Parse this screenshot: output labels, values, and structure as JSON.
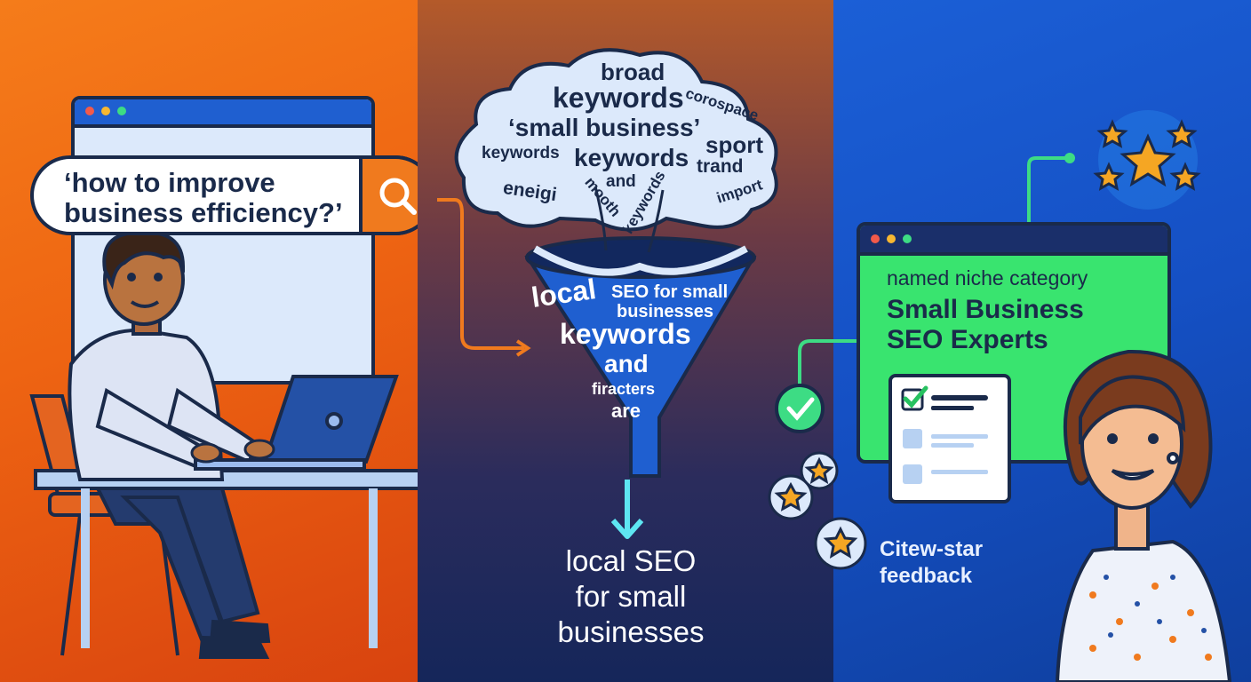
{
  "left_panel": {
    "search_query": "‘how to improve business efficiency?’",
    "search_icon": "magnifier-icon"
  },
  "middle_panel": {
    "cloud_words": [
      "broad",
      "keywords",
      "‘small business’",
      "corospace",
      "sport",
      "keywords",
      "keywords",
      "trand",
      "and",
      "eneigi",
      "mooth",
      "keywords",
      "import"
    ],
    "funnel_words": [
      "local",
      "SEO for small",
      "businesses",
      "keywords",
      "and",
      "firacters",
      "are"
    ],
    "caption": [
      "local SEO",
      "for small",
      "businesses"
    ]
  },
  "right_panel": {
    "niche_label": "named niche category",
    "niche_title": [
      "Small Business",
      "SEO Experts"
    ],
    "feedback_label": [
      "Citew-star",
      "feedback"
    ],
    "icons": [
      "star-icon",
      "checkmark-icon",
      "checkbox-icon"
    ]
  },
  "colors": {
    "orange": "#f07a1e",
    "blue": "#1f5fd0",
    "green": "#39e46f",
    "navy": "#1a2a4a",
    "star": "#f5a623"
  }
}
